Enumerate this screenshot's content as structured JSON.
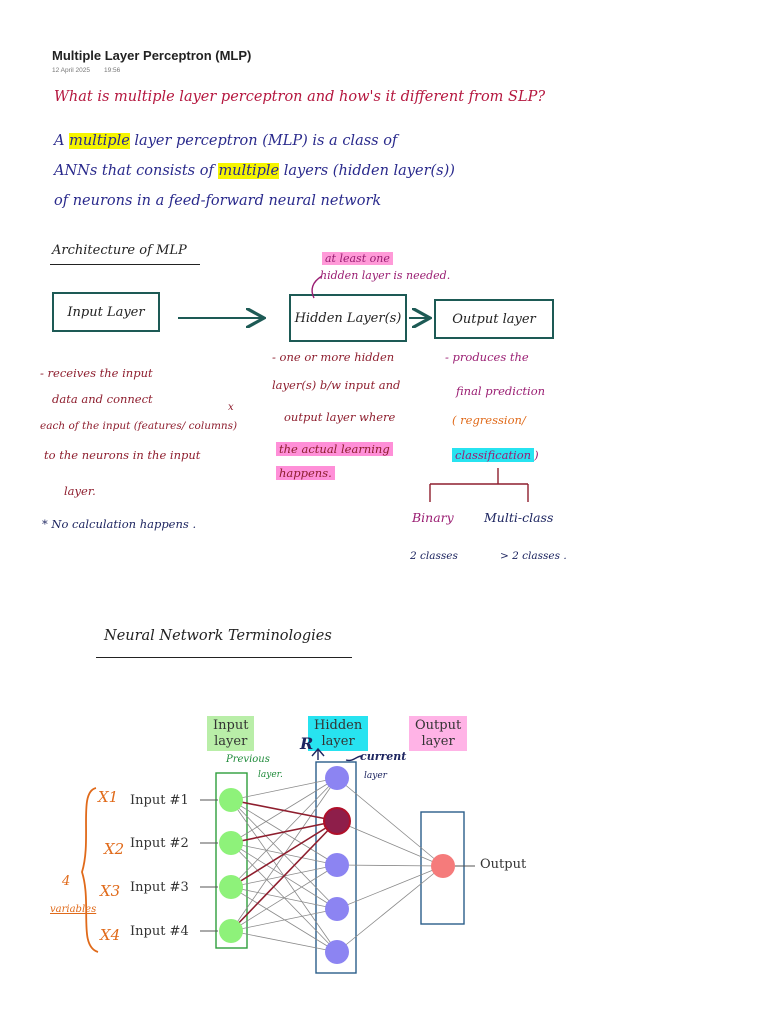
{
  "page": {
    "title": "Multiple Layer Perceptron (MLP)",
    "date": "12 April 2025",
    "time": "19:56"
  },
  "question": "What is multiple layer perceptron and how's it different from SLP?",
  "answer": {
    "line1_pre": "A",
    "line1_highlight": "multiple",
    "line1_post": "layer perceptron (MLP) is a class of",
    "line2_pre": "ANNs that consists of",
    "line2_highlight": "multiple",
    "line2_post": "layers (hidden layer(s))",
    "line3": "of neurons in a feed-forward neural network"
  },
  "architecture": {
    "heading": "Architecture of MLP",
    "note_top_1": "at least one",
    "note_top_2": "hidden layer is needed.",
    "input_box": "Input Layer",
    "hidden_box": "Hidden Layer(s)",
    "output_box": "Output layer",
    "input_desc": [
      "- receives the input",
      "data and connect",
      "each of the input (features/ columns)",
      "to the neurons in the input",
      "layer."
    ],
    "input_desc_mark": "x",
    "no_calc": "* No calculation happens .",
    "hidden_desc": [
      "- one or more hidden",
      "layer(s) b/w input and",
      "output layer where"
    ],
    "hidden_highlight_1": "the actual learning",
    "hidden_highlight_2": "happens.",
    "output_desc_1": "- produces the",
    "output_desc_2": "final prediction",
    "output_regression": "( regression/",
    "output_classification": "classification",
    "output_close": ")",
    "branch_binary": "Binary",
    "branch_multi": "Multi-class",
    "binary_note": "2 classes",
    "multi_note": "> 2 classes ."
  },
  "terminology": {
    "heading": "Neural Network Terminologies",
    "input_layer_1": "Input",
    "input_layer_2": "layer",
    "hidden_layer_1": "Hidden",
    "hidden_layer_2": "layer",
    "output_layer_1": "Output",
    "output_layer_2": "layer",
    "previous_1": "Previous",
    "previous_2": "layer.",
    "current_1": "current",
    "current_2": "layer",
    "inputs": [
      "Input #1",
      "Input #2",
      "Input #3",
      "Input #4"
    ],
    "x_labels": [
      "X1",
      "X2",
      "X3",
      "X4"
    ],
    "variables_count": "4",
    "variables_word": "variables",
    "output": "Output"
  },
  "colors": {
    "question": "#b5173f",
    "answer": "#2a2a8c",
    "box_border": "#1d5a55",
    "input_node": "#8ef27a",
    "hidden_node": "#8c84f2",
    "output_node": "#f57b7b",
    "highlight_yellow": "#f6f500",
    "highlight_pink": "#ff8fd8",
    "highlight_cyan": "#27e3f0"
  }
}
